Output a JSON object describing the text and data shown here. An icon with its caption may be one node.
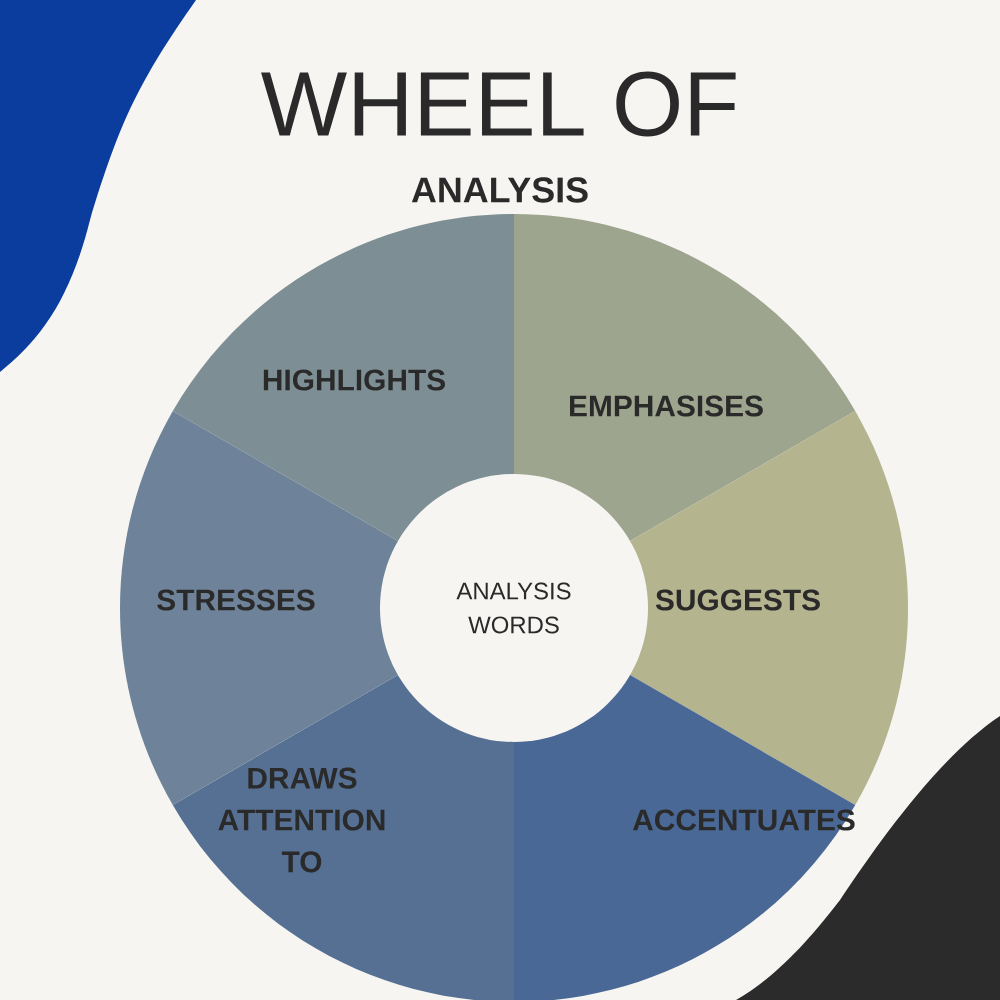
{
  "diagram": {
    "title": "WHEEL OF",
    "nodes": [
      {
        "text": [
          "HIGHLIGHTS"
        ]
      },
      {
        "text": [
          "EMPHASISES"
        ]
      },
      {
        "text": [
          "SUGGESTS"
        ]
      },
      {
        "text": [
          "ACCENTUATES"
        ]
      },
      {
        "text": [
          "DRAWS ATTENTION TO"
        ]
      },
      {
        "text": [
          "STRESSES"
        ]
      },
      {
        "text": [
          "ANALYSIS WORDS"
        ]
      }
    ],
    "labels": [
      "ANALYSIS"
    ]
  }
}
